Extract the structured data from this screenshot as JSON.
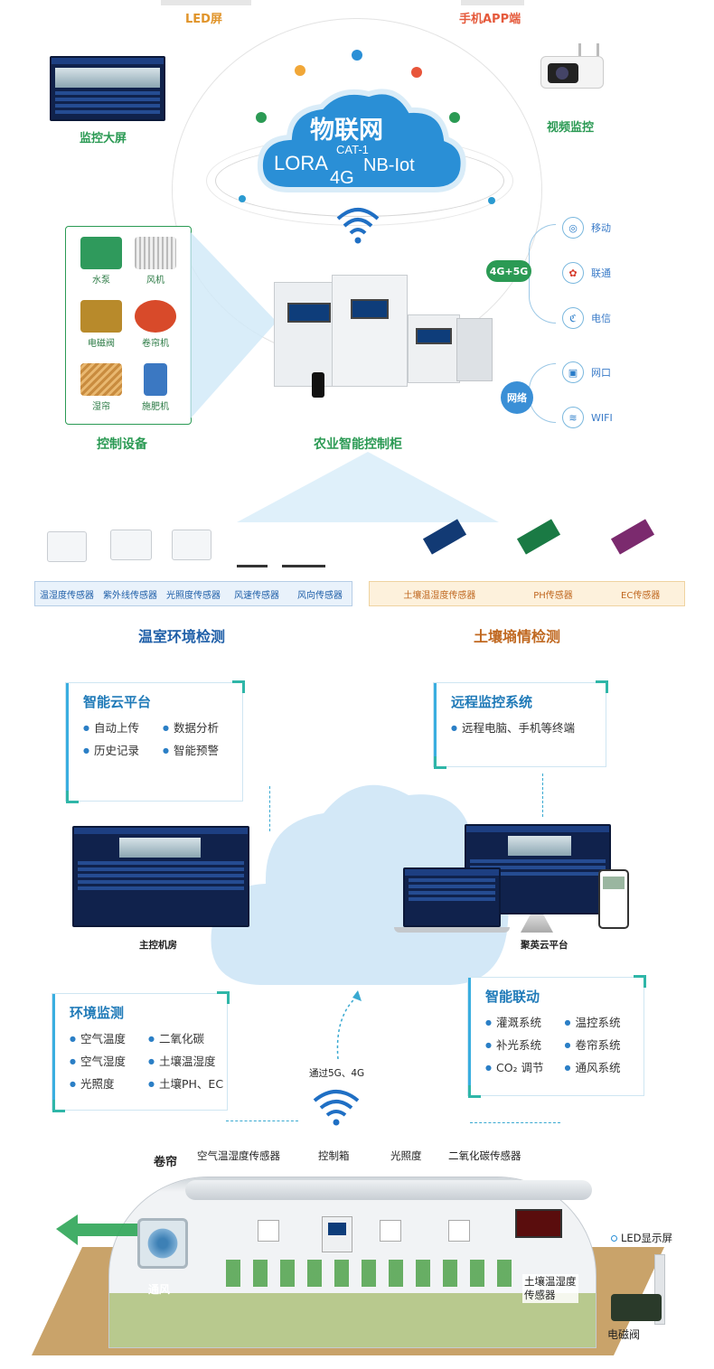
{
  "top": {
    "led_screen": "LED屏",
    "mobile_app": "手机APP端",
    "monitor_screen": "监控大屏",
    "video_monitor": "视频监控",
    "cloud_title": "物联网",
    "cloud_lora": "LORA",
    "cloud_cat1": "CAT-1",
    "cloud_4g": "4G",
    "cloud_nbiot": "NB-Iot"
  },
  "devices": {
    "title": "控制设备",
    "items": [
      "水泵",
      "风机",
      "电磁阀",
      "卷帘机",
      "湿帘",
      "施肥机"
    ]
  },
  "cabinet": {
    "title": "农业智能控制柜"
  },
  "network": {
    "mobile_group": "4G+5G",
    "carriers": [
      "移动",
      "联通",
      "电信"
    ],
    "net_group": "网络",
    "net_items": [
      "网口",
      "WIFI"
    ]
  },
  "sensors": {
    "env_items": [
      "温湿度传感器",
      "紫外线传感器",
      "光照度传感器",
      "风速传感器",
      "风向传感器"
    ],
    "soil_items": [
      "土壤温湿度传感器",
      "PH传感器",
      "EC传感器"
    ],
    "env_title": "温室环境检测",
    "soil_title": "土壤墒情检测"
  },
  "cards": {
    "cloud_platform": {
      "title": "智能云平台",
      "items": [
        "自动上传",
        "数据分析",
        "历史记录",
        "智能预警"
      ]
    },
    "remote": {
      "title": "远程监控系统",
      "items": [
        "远程电脑、手机等终端"
      ]
    },
    "env": {
      "title": "环境监测",
      "items": [
        "空气温度",
        "二氧化碳",
        "空气湿度",
        "土壤温湿度",
        "光照度",
        "土壤PH、EC"
      ]
    },
    "linkage": {
      "title": "智能联动",
      "items": [
        "灌溉系统",
        "温控系统",
        "补光系统",
        "卷帘系统",
        "CO₂ 调节",
        "通风系统"
      ]
    }
  },
  "mid": {
    "main_room": "主控机房",
    "juying": "聚英云平台",
    "via": "通过5G、4G"
  },
  "greenhouse": {
    "curtain": "卷帘",
    "air_sensor": "空气温湿度传感器",
    "control_box": "控制箱",
    "light": "光照度",
    "co2": "二氧化碳传感器",
    "led": "LED显示屏",
    "ventilation": "通风",
    "soil_sensor": "土壤温湿度传感器",
    "valve": "电磁阀"
  },
  "colors": {
    "green": "#2b9a54",
    "blue": "#1f7ab8",
    "orange": "#e0942a"
  }
}
